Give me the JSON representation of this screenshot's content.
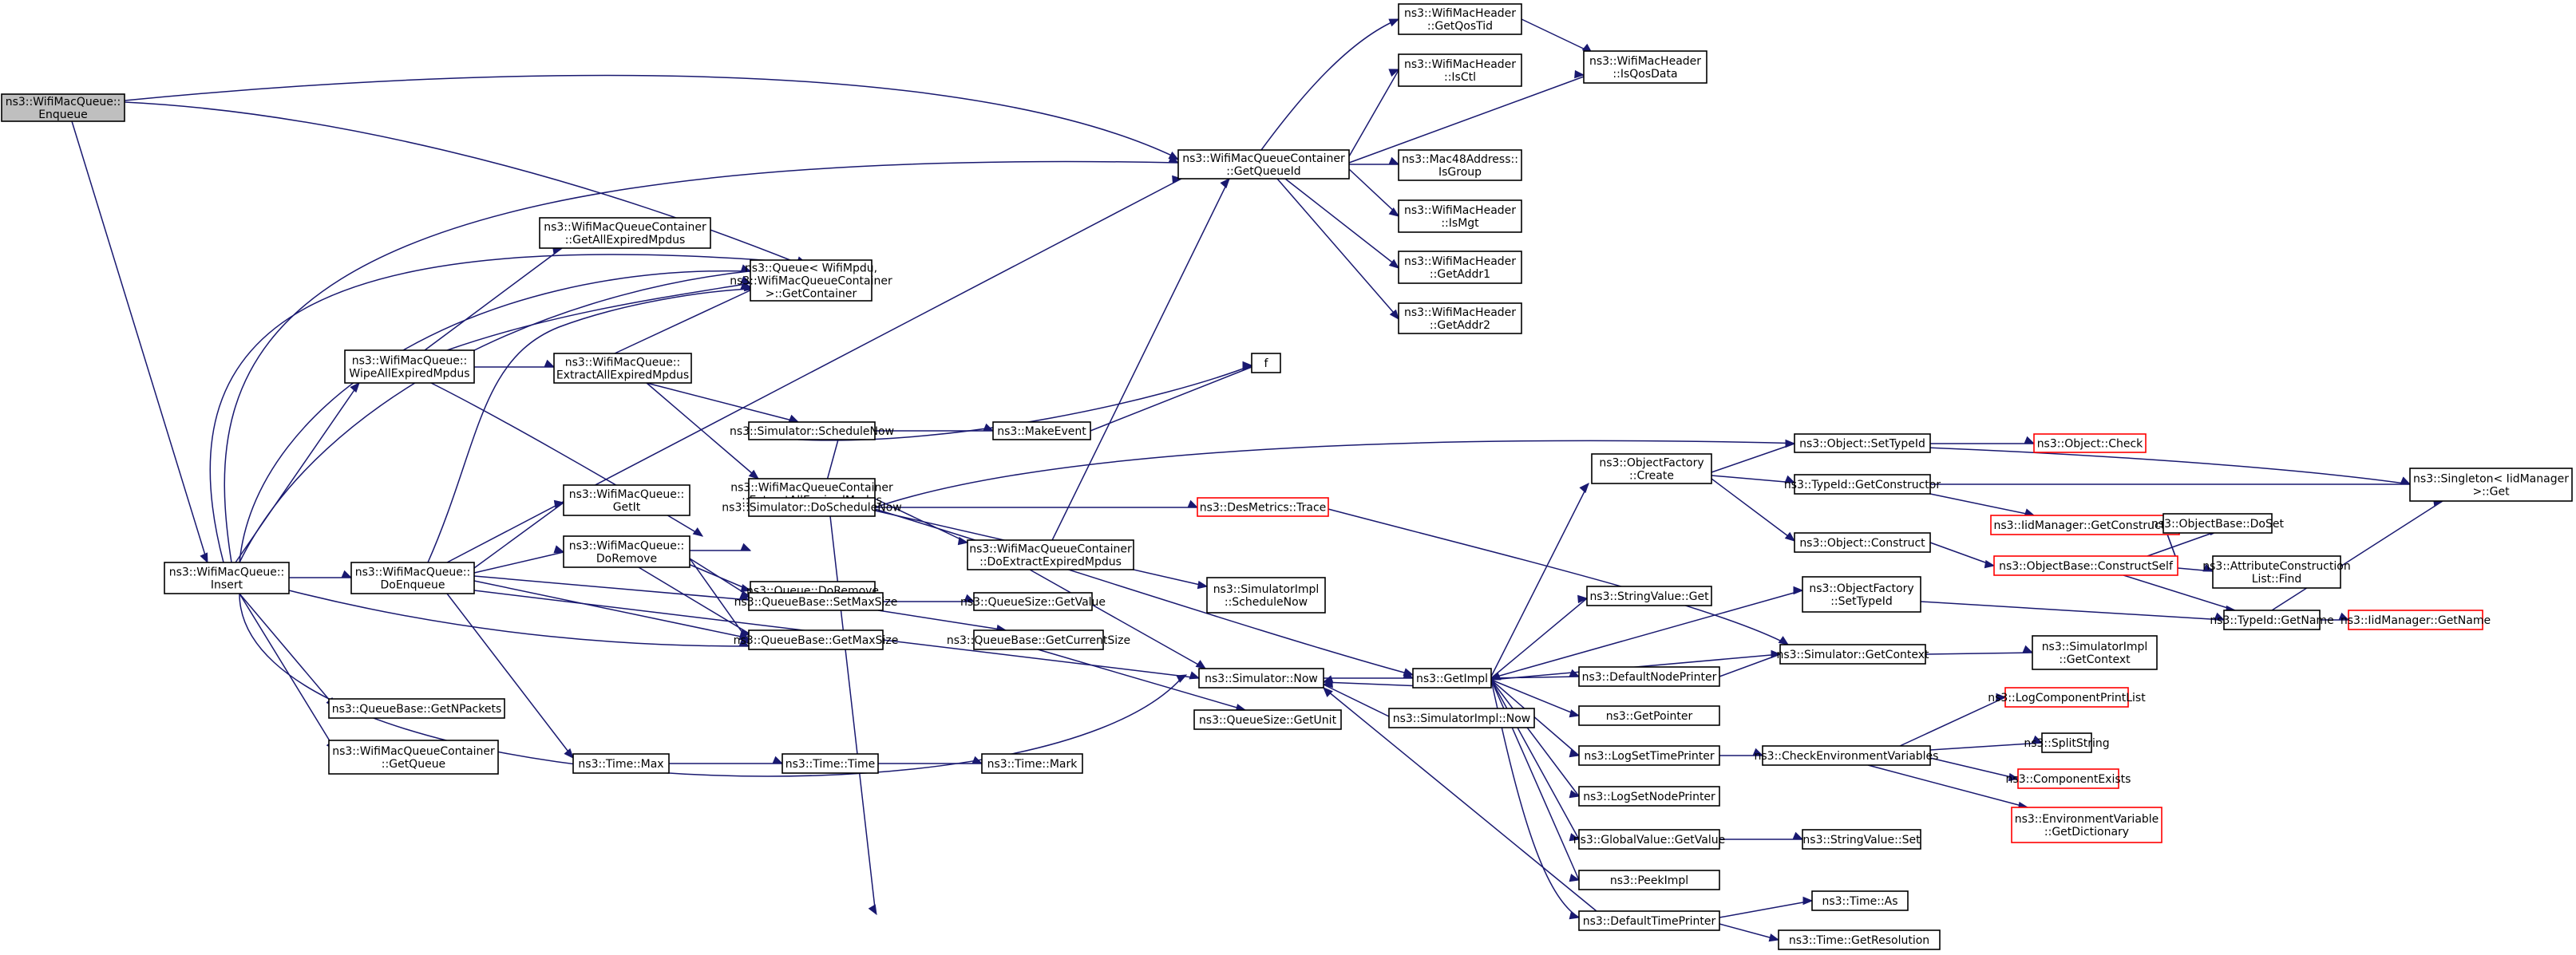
{
  "graph": {
    "colors": {
      "edge": "#191970",
      "node_border": "#000000",
      "node_border_truncated": "#ff0000",
      "root_fill": "#bfbfbf"
    },
    "nodes": [
      {
        "id": "enq",
        "lines": [
          "ns3::WifiMacQueue::",
          "Enqueue"
        ],
        "style": "root"
      },
      {
        "id": "getqid",
        "lines": [
          "ns3::WifiMacQueueContainer",
          "::GetQueueId"
        ]
      },
      {
        "id": "gqostid",
        "lines": [
          "ns3::WifiMacHeader",
          "::GetQosTid"
        ]
      },
      {
        "id": "isqosdata",
        "lines": [
          "ns3::WifiMacHeader",
          "::IsQosData"
        ]
      },
      {
        "id": "isctl",
        "lines": [
          "ns3::WifiMacHeader",
          "::IsCtl"
        ]
      },
      {
        "id": "isgroup",
        "lines": [
          "ns3::Mac48Address::",
          "IsGroup"
        ]
      },
      {
        "id": "ismgt",
        "lines": [
          "ns3::WifiMacHeader",
          "::IsMgt"
        ]
      },
      {
        "id": "addr1",
        "lines": [
          "ns3::WifiMacHeader",
          "::GetAddr1"
        ]
      },
      {
        "id": "addr2",
        "lines": [
          "ns3::WifiMacHeader",
          "::GetAddr2"
        ]
      },
      {
        "id": "getallexp",
        "lines": [
          "ns3::WifiMacQueueContainer",
          "::GetAllExpiredMpdus"
        ]
      },
      {
        "id": "getcont",
        "lines": [
          "ns3::Queue< WifiMpdu,",
          "ns3::WifiMacQueueContainer",
          ">::GetContainer"
        ]
      },
      {
        "id": "wipe",
        "lines": [
          "ns3::WifiMacQueue::",
          "WipeAllExpiredMpdus"
        ]
      },
      {
        "id": "extractall",
        "lines": [
          "ns3::WifiMacQueue::",
          "ExtractAllExpiredMpdus"
        ]
      },
      {
        "id": "f",
        "lines": [
          "f"
        ]
      },
      {
        "id": "schednow",
        "lines": [
          "ns3::Simulator::ScheduleNow"
        ]
      },
      {
        "id": "makeevent",
        "lines": [
          "ns3::MakeEvent"
        ]
      },
      {
        "id": "singleton",
        "lines": [
          "ns3::Singleton< IidManager",
          ">::Get"
        ]
      },
      {
        "id": "setypeid",
        "lines": [
          "ns3::Object::SetTypeId"
        ]
      },
      {
        "id": "objcheck",
        "lines": [
          "ns3::Object::Check"
        ],
        "style": "red"
      },
      {
        "id": "ofcreate",
        "lines": [
          "ns3::ObjectFactory",
          "::Create"
        ]
      },
      {
        "id": "getctor",
        "lines": [
          "ns3::TypeId::GetConstructor"
        ]
      },
      {
        "id": "iidgetctor",
        "lines": [
          "ns3::IidManager::GetConstructor"
        ],
        "style": "red"
      },
      {
        "id": "wqcextract",
        "lines": [
          "ns3::WifiMacQueueContainer",
          "::ExtractAllExpiredMpdus"
        ]
      },
      {
        "id": "doschednow",
        "lines": [
          "ns3::Simulator::DoScheduleNow"
        ]
      },
      {
        "id": "desmetrics",
        "lines": [
          "ns3::DesMetrics::Trace"
        ],
        "style": "red"
      },
      {
        "id": "objconstruct",
        "lines": [
          "ns3::Object::Construct"
        ]
      },
      {
        "id": "obdoset",
        "lines": [
          "ns3::ObjectBase::DoSet"
        ]
      },
      {
        "id": "wmgetit",
        "lines": [
          "ns3::WifiMacQueue::",
          "GetIt"
        ]
      },
      {
        "id": "wqcdoextract",
        "lines": [
          "ns3::WifiMacQueueContainer",
          "::DoExtractExpiredMpdus"
        ]
      },
      {
        "id": "obconstructself",
        "lines": [
          "ns3::ObjectBase::ConstructSelf"
        ],
        "style": "red"
      },
      {
        "id": "attrfind",
        "lines": [
          "ns3::AttributeConstruction",
          "List::Find"
        ]
      },
      {
        "id": "wmdoremove",
        "lines": [
          "ns3::WifiMacQueue::",
          "DoRemove"
        ]
      },
      {
        "id": "qdoremove",
        "lines": [
          "ns3::Queue::DoRemove"
        ]
      },
      {
        "id": "insert",
        "lines": [
          "ns3::WifiMacQueue::",
          "Insert"
        ]
      },
      {
        "id": "doenqueue",
        "lines": [
          "ns3::WifiMacQueue::",
          "DoEnqueue"
        ]
      },
      {
        "id": "simimplsched",
        "lines": [
          "ns3::SimulatorImpl",
          "::ScheduleNow"
        ]
      },
      {
        "id": "ofsettypeid",
        "lines": [
          "ns3::ObjectFactory",
          "::SetTypeId"
        ]
      },
      {
        "id": "strvalget",
        "lines": [
          "ns3::StringValue::Get"
        ]
      },
      {
        "id": "qbsetmax",
        "lines": [
          "ns3::QueueBase::SetMaxSize"
        ]
      },
      {
        "id": "qsgetvalue",
        "lines": [
          "ns3::QueueSize::GetValue"
        ]
      },
      {
        "id": "tidgetname",
        "lines": [
          "ns3::TypeId::GetName"
        ]
      },
      {
        "id": "iidgetname",
        "lines": [
          "ns3::IidManager::GetName"
        ],
        "style": "red"
      },
      {
        "id": "qbgetmax",
        "lines": [
          "ns3::QueueBase::GetMaxSize"
        ]
      },
      {
        "id": "qbgetcur",
        "lines": [
          "ns3::QueueBase::GetCurrentSize"
        ]
      },
      {
        "id": "defnodeprinter",
        "lines": [
          "ns3::DefaultNodePrinter"
        ]
      },
      {
        "id": "simgetctx",
        "lines": [
          "ns3::Simulator::GetContext"
        ]
      },
      {
        "id": "simimplctx",
        "lines": [
          "ns3::SimulatorImpl",
          "::GetContext"
        ]
      },
      {
        "id": "simnow",
        "lines": [
          "ns3::Simulator::Now"
        ]
      },
      {
        "id": "getimpl",
        "lines": [
          "ns3::GetImpl"
        ]
      },
      {
        "id": "simimplnow",
        "lines": [
          "ns3::SimulatorImpl::Now"
        ]
      },
      {
        "id": "logcompprint",
        "lines": [
          "ns3::LogComponentPrintList"
        ],
        "style": "red"
      },
      {
        "id": "qbgetn",
        "lines": [
          "ns3::QueueBase::GetNPackets"
        ]
      },
      {
        "id": "getpointer",
        "lines": [
          "ns3::GetPointer"
        ]
      },
      {
        "id": "qsgetunit",
        "lines": [
          "ns3::QueueSize::GetUnit"
        ]
      },
      {
        "id": "splitstring",
        "lines": [
          "ns3::SplitString"
        ]
      },
      {
        "id": "wqcgetqueue",
        "lines": [
          "ns3::WifiMacQueueContainer",
          "::GetQueue"
        ]
      },
      {
        "id": "logsettime",
        "lines": [
          "ns3::LogSetTimePrinter"
        ]
      },
      {
        "id": "checkenv",
        "lines": [
          "ns3::CheckEnvironmentVariables"
        ]
      },
      {
        "id": "timemax",
        "lines": [
          "ns3::Time::Max"
        ]
      },
      {
        "id": "timetime",
        "lines": [
          "ns3::Time::Time"
        ]
      },
      {
        "id": "timemark",
        "lines": [
          "ns3::Time::Mark"
        ]
      },
      {
        "id": "compexists",
        "lines": [
          "ns3::ComponentExists"
        ],
        "style": "red"
      },
      {
        "id": "logsetnode",
        "lines": [
          "ns3::LogSetNodePrinter"
        ]
      },
      {
        "id": "envdict",
        "lines": [
          "ns3::EnvironmentVariable",
          "::GetDictionary"
        ],
        "style": "red"
      },
      {
        "id": "gvgetvalue",
        "lines": [
          "ns3::GlobalValue::GetValue"
        ]
      },
      {
        "id": "strvalset",
        "lines": [
          "ns3::StringValue::Set"
        ]
      },
      {
        "id": "peekimpl",
        "lines": [
          "ns3::PeekImpl"
        ]
      },
      {
        "id": "timeas",
        "lines": [
          "ns3::Time::As"
        ]
      },
      {
        "id": "deftimeprinter",
        "lines": [
          "ns3::DefaultTimePrinter"
        ]
      },
      {
        "id": "timegetres",
        "lines": [
          "ns3::Time::GetResolution"
        ]
      }
    ]
  }
}
